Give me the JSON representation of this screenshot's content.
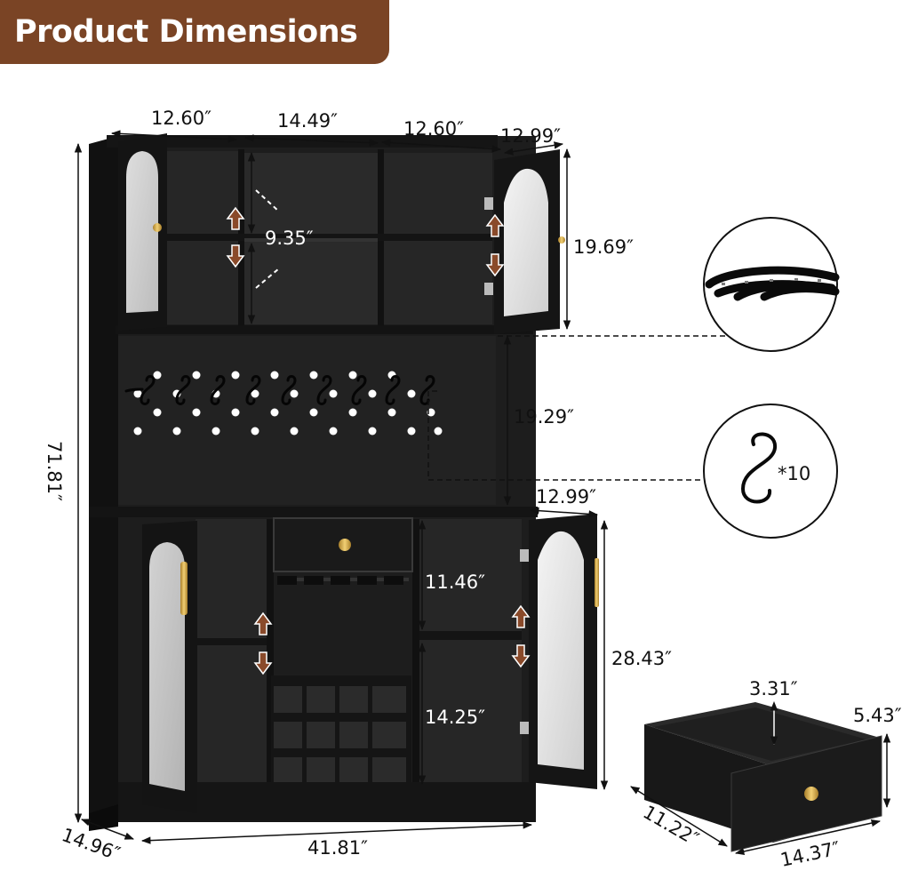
{
  "header": {
    "title": "Product Dimensions"
  },
  "colors": {
    "banner": "#7a4425",
    "cabinet": "#1b1b1b",
    "arrow": "#8a4a2a",
    "gold": "#c9a24a"
  },
  "dimensions": {
    "top_left_width": "12.60″",
    "top_middle_width": "14.49″",
    "top_right_width": "12.60″",
    "top_door_width": "12.99″",
    "shelf_gap": "9.35″",
    "top_height": "19.69″",
    "middle_height": "19.29″",
    "bottom_door_width": "12.99″",
    "drawer_space": "11.46″",
    "lower_shelf": "14.25″",
    "bottom_height": "28.43″",
    "total_height": "71.81″",
    "depth": "14.96″",
    "total_width": "41.81″",
    "drawer_inner_height": "3.31″",
    "drawer_height": "5.43″",
    "drawer_depth": "11.22″",
    "drawer_width": "14.37″"
  },
  "callouts": {
    "hooks_count": "*10"
  },
  "icons": [
    "led-strip-icon",
    "s-hook-icon",
    "adjust-arrow-icon",
    "gold-knob-icon"
  ]
}
